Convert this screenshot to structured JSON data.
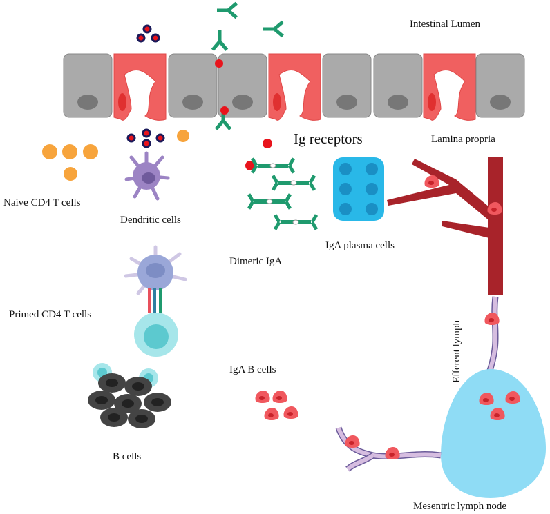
{
  "labels": {
    "intestinal_lumen": "Intestinal Lumen",
    "ig_receptors": "Ig receptors",
    "lamina_propria": "Lamina propria",
    "naive_cd4": "Naive CD4 T cells",
    "dendritic": "Dendritic cells",
    "dimeric_iga": "Dimeric IgA",
    "iga_plasma": "IgA plasma cells",
    "primed_cd4": "Primed CD4 T cells",
    "efferent_lymph": "Efferent lymph",
    "iga_b_cells": "IgA B cells",
    "b_cells": "B cells",
    "mesentric_node": "Mesentric lymph node"
  },
  "colors": {
    "epithelial": "#aaaaaa",
    "m_cell": "#f06060",
    "antibody": "#1f9a6e",
    "antigen": "#e8141c",
    "lymph_node": "#8fdcf5",
    "vessel": "#a8232a",
    "naive_t": "#f7a43c",
    "dendritic": "#9c84c4",
    "plasma": "#29b8e8",
    "b_cell": "#444444"
  }
}
